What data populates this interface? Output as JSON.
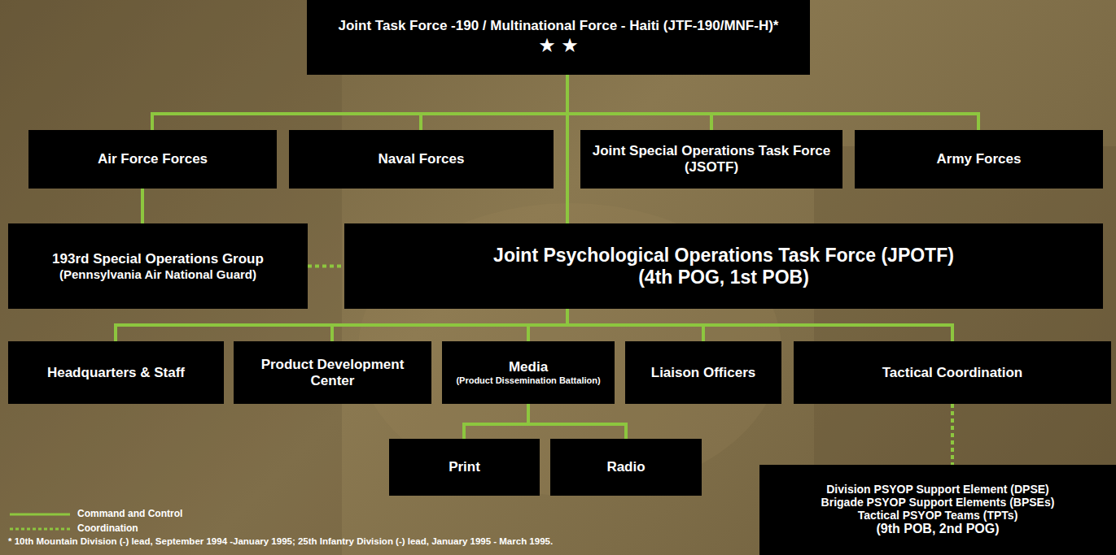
{
  "diagram": {
    "nodes": [
      {
        "text": [
          "Joint Task Force -190 / Multinational Force - Haiti (JTF-190/MNF-H)*",
          "★ ★"
        ]
      },
      {
        "text": [
          "Air Force Forces"
        ]
      },
      {
        "text": [
          "Naval Forces"
        ]
      },
      {
        "text": [
          "Joint Special Operations Task Force (JSOTF)"
        ]
      },
      {
        "text": [
          "Army Forces"
        ]
      },
      {
        "text": [
          "193rd Special Operations Group",
          "(Pennsylvania Air National Guard)"
        ]
      },
      {
        "text": [
          "Joint Psychological Operations Task Force (JPOTF)",
          "(4th POG, 1st POB)"
        ]
      },
      {
        "text": [
          "Headquarters & Staff"
        ]
      },
      {
        "text": [
          "Product Development Center"
        ]
      },
      {
        "text": [
          "Media",
          "(Product Dissemination Battalion)"
        ]
      },
      {
        "text": [
          "Liaison Officers"
        ]
      },
      {
        "text": [
          "Tactical Coordination"
        ]
      },
      {
        "text": [
          "Print"
        ]
      },
      {
        "text": [
          "Radio"
        ]
      },
      {
        "text": [
          "Division PSYOP Support Element (DPSE)",
          "Brigade PSYOP Support Elements (BPSEs)",
          "Tactical PSYOP Teams (TPTs)",
          "(9th POB, 2nd POG)"
        ]
      }
    ],
    "edges": [
      {
        "from": 0,
        "to": 1,
        "arrow": "none"
      },
      {
        "from": 0,
        "to": 2,
        "arrow": "none"
      },
      {
        "from": 0,
        "to": 3,
        "arrow": "none"
      },
      {
        "from": 0,
        "to": 4,
        "arrow": "none"
      },
      {
        "from": 0,
        "to": 6,
        "arrow": "none"
      },
      {
        "from": 1,
        "to": 5,
        "arrow": "none"
      },
      {
        "from": 5,
        "to": 6,
        "arrow": "none"
      },
      {
        "from": 6,
        "to": 7,
        "arrow": "none"
      },
      {
        "from": 6,
        "to": 8,
        "arrow": "none"
      },
      {
        "from": 6,
        "to": 9,
        "arrow": "none"
      },
      {
        "from": 6,
        "to": 10,
        "arrow": "none"
      },
      {
        "from": 6,
        "to": 11,
        "arrow": "none"
      },
      {
        "from": 9,
        "to": 12,
        "arrow": "none"
      },
      {
        "from": 9,
        "to": 13,
        "arrow": "none"
      },
      {
        "from": 11,
        "to": 14,
        "arrow": "none"
      }
    ],
    "labels": [
      "* 10th Mountain Division (-) lead, September 1994 -January 1995; 25th Infantry Division (-) lead, January 1995 - March 1995."
    ],
    "legend": [
      {
        "text": "Command and Control"
      },
      {
        "text": "Coordination"
      }
    ]
  }
}
